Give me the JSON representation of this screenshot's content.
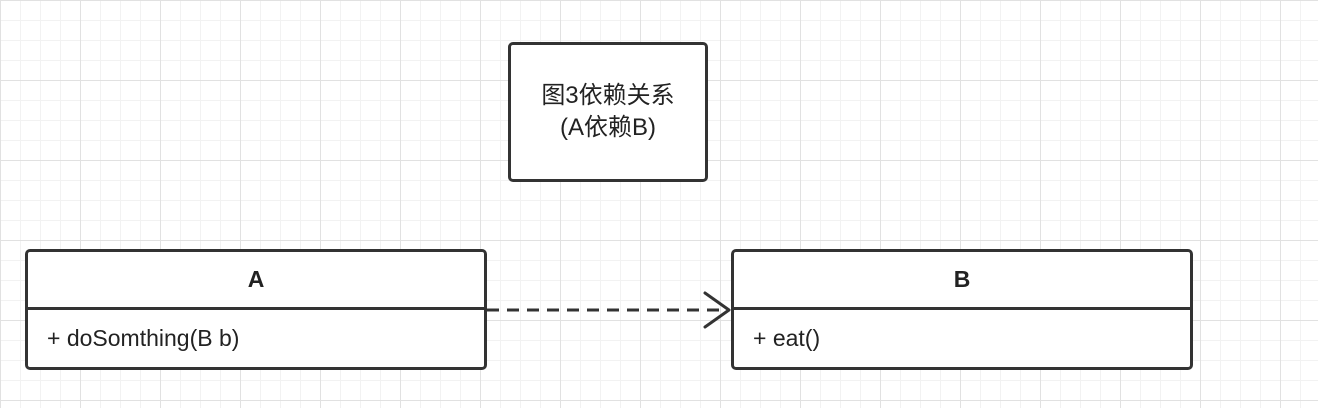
{
  "note": {
    "line1": "图3依赖关系",
    "line2": "(A依赖B)"
  },
  "classes": [
    {
      "name": "A",
      "methods": [
        "+ doSomthing(B b)"
      ]
    },
    {
      "name": "B",
      "methods": [
        "+ eat()"
      ]
    }
  ],
  "relationship": {
    "type": "dependency",
    "from": "A",
    "to": "B",
    "line_style": "dashed",
    "arrow": "open"
  },
  "colors": {
    "stroke": "#333333",
    "grid_major": "#e1e1e1",
    "grid_minor": "#f2f2f2",
    "background": "#ffffff"
  }
}
